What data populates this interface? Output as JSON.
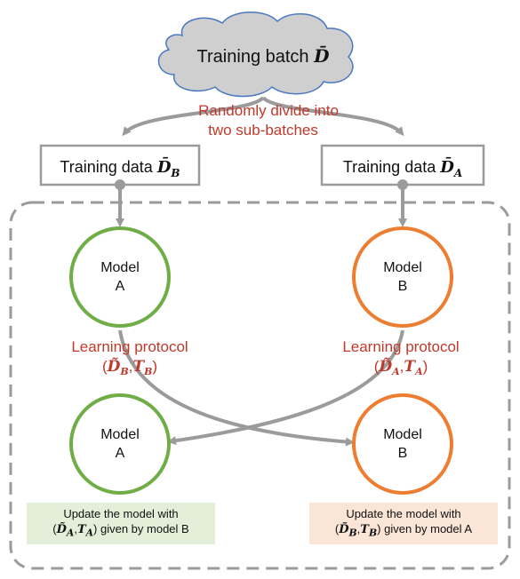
{
  "colors": {
    "gray": "#9b9b9b",
    "cloud_fill": "#cfcfcf",
    "cloud_stroke": "#4a78c2",
    "red_text": "#c0392b",
    "green": "#70ad47",
    "orange": "#ed7d31",
    "note_green": "#e3efd9",
    "note_orange": "#fbe5d6"
  },
  "cloud": {
    "label": "Training batch ",
    "math": "D̄",
    "icon": "cloud-shape"
  },
  "split_label": {
    "line1": "Randomly divide into",
    "line2": "two sub-batches"
  },
  "data_left": {
    "label": "Training data ",
    "math": "D̄",
    "sub": "B"
  },
  "data_right": {
    "label": "Training data ",
    "math": "D̄",
    "sub": "A"
  },
  "models": {
    "top_left": {
      "line1": "Model",
      "line2": "A"
    },
    "top_right": {
      "line1": "Model",
      "line2": "B"
    },
    "bottom_left": {
      "line1": "Model",
      "line2": "A"
    },
    "bottom_right": {
      "line1": "Model",
      "line2": "B"
    }
  },
  "protocol_left": {
    "label": "Learning protocol",
    "open": "(",
    "m1": "D̃",
    "s1": "B",
    "comma": ",",
    "m2": "T",
    "s2": "B",
    "close": ")"
  },
  "protocol_right": {
    "label": "Learning protocol",
    "open": "(",
    "m1": "D̃",
    "s1": "A",
    "comma": ",",
    "m2": "T",
    "s2": "A",
    "close": ")"
  },
  "note_left": {
    "line1": "Update the model with",
    "open": "(",
    "m1": "D̃",
    "s1": "A",
    "comma": ",",
    "m2": "T",
    "s2": "A",
    "close": ")",
    "rest": " given by model B"
  },
  "note_right": {
    "line1": "Update the model with",
    "open": "(",
    "m1": "D̃",
    "s1": "B",
    "comma": ",",
    "m2": "T",
    "s2": "B",
    "close": ")",
    "rest": " given by model A"
  }
}
